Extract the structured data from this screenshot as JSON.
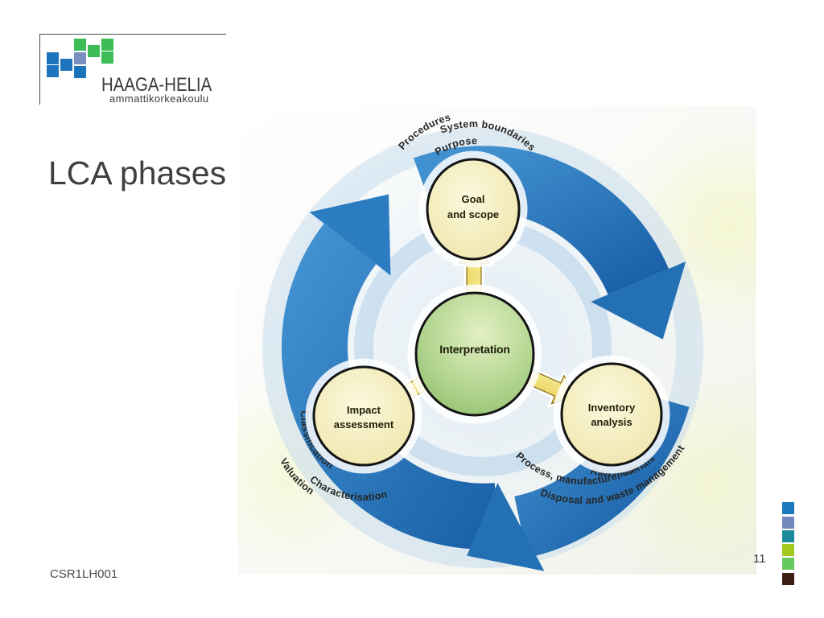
{
  "slide": {
    "title": "LCA phases",
    "footer_code": "CSR1LH001",
    "page_number": "11"
  },
  "logo": {
    "name": "HAAGA-HELIA",
    "subtitle": "ammattikorkeakoulu",
    "colors": {
      "blue": "#1b74bc",
      "green": "#3cbd55",
      "grayblue": "#7a90c2"
    }
  },
  "footer_squares": [
    "#1a7abd",
    "#7289bd",
    "#1b8a9b",
    "#a3c81e",
    "#66c95c",
    "#3a1f12"
  ],
  "diagram": {
    "nodes": {
      "goal_line1": "Goal",
      "goal_line2": "and scope",
      "interpretation": "Interpretation",
      "impact_line1": "Impact",
      "impact_line2": "assessment",
      "inventory_line1": "Inventory",
      "inventory_line2": "analysis"
    },
    "labels": {
      "procedures": "Procedures",
      "system_boundaries": "System boundaries",
      "purpose": "Purpose",
      "classification": "Classification",
      "characterisation": "Characterisation",
      "valuation": "Valuation",
      "raw_materials": "Raw materials",
      "process_manufacture_use": "Process, manufacture, use",
      "disposal_waste": "Disposal and waste management"
    },
    "colors": {
      "arrow_blue": "#2b7cc1",
      "arrow_blue_dark": "#1b61a9",
      "ring_light_blue": "#c9dced",
      "connector_yellow": "#f2e27a",
      "node_yellow": "#f6efbe",
      "node_green": "#b5d792"
    }
  }
}
